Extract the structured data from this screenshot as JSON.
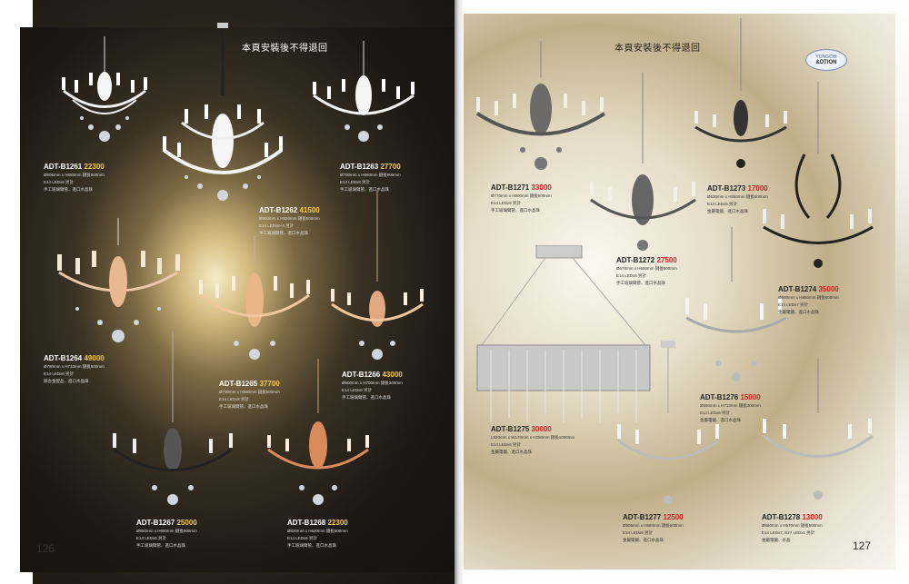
{
  "left_page": {
    "notice": "本頁安裝後不得退回",
    "page_number": "126",
    "items": [
      {
        "model": "ADT-B1261",
        "price": "22300",
        "spec1": "Ø606mm x H660mm 鏈長500mm",
        "spec2": "E14 LEDx6 另計",
        "spec3": "手工玻璃臂管、進口水晶珠"
      },
      {
        "model": "ADT-B1262",
        "price": "41500",
        "spec1": "Ø900mm x H820mm 鏈長500mm",
        "spec2": "E14 LEDx8+4 另計",
        "spec3": "手工玻璃臂管、進口水晶珠"
      },
      {
        "model": "ADT-B1263",
        "price": "27700",
        "spec1": "Ø700mm x H660mm 鏈長500mm",
        "spec2": "E14 LEDx8 另計",
        "spec3": "手工玻璃臂管、進口水晶珠"
      },
      {
        "model": "ADT-B1264",
        "price": "49000",
        "spec1": "Ø780mm x H710mm 鏈長500mm",
        "spec2": "E14 LEDx6 另計",
        "spec3": "鋅合金配品、進口水晶珠"
      },
      {
        "model": "ADT-B1265",
        "price": "37700",
        "spec1": "Ø700mm x H800mm 鏈長500mm",
        "spec2": "E14 LEDx8 另計",
        "spec3": "手工玻璃臂管、進口水晶珠"
      },
      {
        "model": "ADT-B1266",
        "price": "43000",
        "spec1": "Ø600mm x H700mm 鏈長300mm",
        "spec2": "E14 LEDx6 另計",
        "spec3": "手工玻璃臂管、進口水晶珠"
      },
      {
        "model": "ADT-B1267",
        "price": "25000",
        "spec1": "Ø650mm x H680mm 鏈長500mm",
        "spec2": "E14 LEDx6 另計",
        "spec3": "手工玻璃臂管、進口水晶珠"
      },
      {
        "model": "ADT-B1268",
        "price": "22300",
        "spec1": "Ø620mm x H620mm 鏈長500mm",
        "spec2": "E14 LEDx6 另計",
        "spec3": "手工玻璃臂管、進口水晶珠"
      }
    ]
  },
  "right_page": {
    "notice": "本頁安裝後不得退回",
    "page_number": "127",
    "logo_line1": "YONGCHI",
    "logo_line2": "&DTION",
    "items": [
      {
        "model": "ADT-B1271",
        "price": "33000",
        "spec1": "Ø770mm x H600mm 鏈長500mm",
        "spec2": "E14 LEDx8 另計",
        "spec3": "手工玻璃臂管、進口水晶珠"
      },
      {
        "model": "ADT-B1272",
        "price": "27500",
        "spec1": "Ø670mm x H650mm 鏈長500mm",
        "spec2": "E14 LEDx6 另計",
        "spec3": "手工玻璃臂管、進口水晶珠"
      },
      {
        "model": "ADT-B1273",
        "price": "17000",
        "spec1": "Ø530mm x H550mm 鏈長500mm",
        "spec2": "E14 LEDx5 另計",
        "spec3": "金屬電鍍、進口水晶珠"
      },
      {
        "model": "ADT-B1274",
        "price": "35000",
        "spec1": "Ø800mm x H850mm 鏈長500mm",
        "spec2": "E14 LEDx7 另計",
        "spec3": "金屬電鍍、進口水晶珠"
      },
      {
        "model": "ADT-B1275",
        "price": "30000",
        "spec1": "L920mm x W170mm x H250mm 鏈長1000mm",
        "spec2": "E14 LEDx6 另計",
        "spec3": "金屬電鍍、進口水晶珠"
      },
      {
        "model": "ADT-B1276",
        "price": "15000",
        "spec1": "Ø560mm x H710mm 鏈長300mm",
        "spec2": "E14 LEDx6 另計",
        "spec3": "金屬電鍍、進口水晶珠"
      },
      {
        "model": "ADT-B1277",
        "price": "12500",
        "spec1": "Ø606mm x H580mm 鏈長500mm",
        "spec2": "E14 LEDx6 另計",
        "spec3": "金屬電鍍、進口水晶珠"
      },
      {
        "model": "ADT-B1278",
        "price": "13000",
        "spec1": "Ø580mm x H570mm 鏈長500mm",
        "spec2": "E14 LEDx7, E27 LEDx1 另計",
        "spec3": "金屬電鍍、水晶"
      }
    ]
  }
}
